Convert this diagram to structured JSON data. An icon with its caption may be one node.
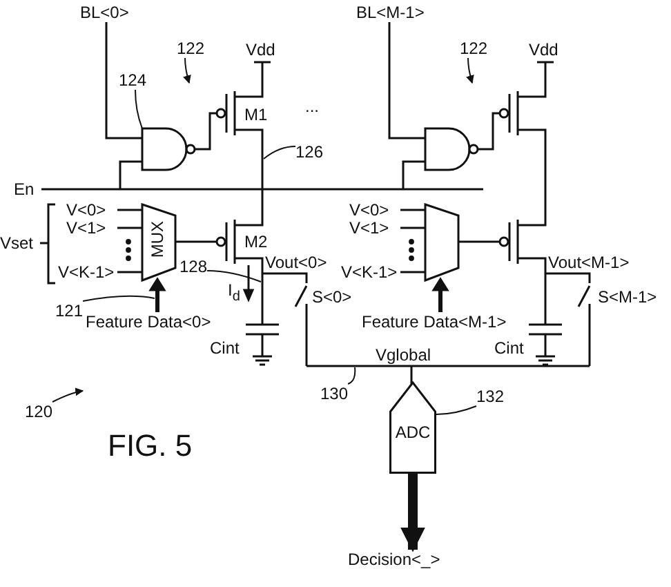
{
  "diagram": {
    "nodes": [
      {
        "text": [
          "ADC"
        ]
      },
      {
        "text": [
          "Decision<_>"
        ]
      },
      {
        "text": [
          "124"
        ]
      },
      {
        "text": [
          "122"
        ]
      },
      {
        "text": [
          "126"
        ]
      },
      {
        "text": [
          "122"
        ]
      },
      {
        "text": [
          "128"
        ]
      },
      {
        "text": [
          "121"
        ]
      },
      {
        "text": [
          "120"
        ]
      },
      {
        "text": [
          "130"
        ]
      },
      {
        "text": [
          "132"
        ]
      },
      {
        "text": [],
        "shape": "gate"
      }
    ],
    "edges": [
      {
        "from": 2,
        "to": 11,
        "arrow": "none"
      },
      {
        "from": 3,
        "to": null,
        "arrow": "to"
      },
      {
        "from": 4,
        "to": null,
        "arrow": "none"
      },
      {
        "from": 5,
        "to": null,
        "arrow": "to"
      },
      {
        "from": 6,
        "to": null,
        "arrow": "none"
      },
      {
        "from": 7,
        "to": null,
        "arrow": "none"
      },
      {
        "from": 8,
        "to": null,
        "arrow": "to"
      },
      {
        "from": 9,
        "to": null,
        "arrow": "none"
      },
      {
        "from": 10,
        "to": 0,
        "arrow": "none"
      },
      {
        "from": 0,
        "to": 1,
        "arrow": "to",
        "style": "thick"
      }
    ],
    "labels": [
      "BL<0>",
      "Vdd",
      "M1",
      "...",
      "BL<M-1>",
      "Vdd",
      "En",
      "Vset",
      "V<0>",
      "V<1>",
      "V<K-1>",
      "MUX",
      "M2",
      "Vout<0>",
      "I$_{d}$",
      "S<0>",
      "Feature Data<0>",
      "Cint",
      "V<0>",
      "V<1>",
      "V<K-1>",
      "Vout<M-1>",
      "S<M-1>",
      "Feature Data<M-1>",
      "Cint",
      "Vglobal",
      "FIG. 5"
    ]
  }
}
